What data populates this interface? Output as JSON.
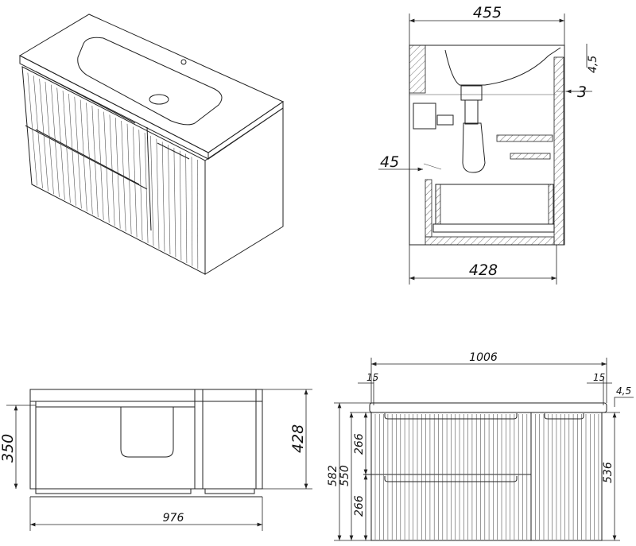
{
  "side_section": {
    "width_top": "455",
    "width_bottom": "428",
    "offset_left": "45",
    "rim_height": "4,5",
    "gap": "3"
  },
  "top_plan": {
    "height_inner": "350",
    "height_outer": "428",
    "width": "976"
  },
  "front_view": {
    "total_width": "1006",
    "overhang_left": "15",
    "overhang_right": "15",
    "top_thickness": "4,5",
    "total_height": "582",
    "body_height": "550",
    "drawer_top": "266",
    "drawer_bottom": "266",
    "door_height": "536"
  }
}
